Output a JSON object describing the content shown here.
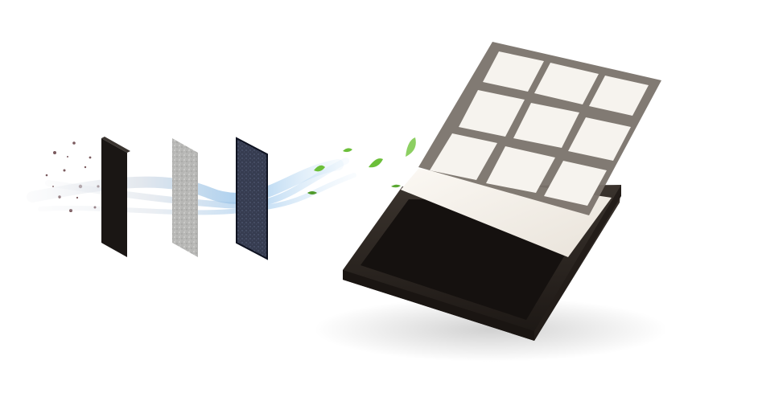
{
  "scene": {
    "subject": "air-purifier-filter-layers",
    "colors": {
      "background": "#ffffff",
      "carbon_layer": "#1a1614",
      "mesh_layer": "#b9b9b7",
      "blue_layer": "#2e3446",
      "airflow": "#9fc7e8",
      "leaf": "#6cbf3a",
      "frame": "#7a736c",
      "filter_media": "#f3efe9",
      "tray": "#2b2622"
    },
    "layers": [
      {
        "name": "activated-carbon-layer"
      },
      {
        "name": "fine-mesh-layer"
      },
      {
        "name": "nano-mesh-layer"
      }
    ],
    "leaf_count": 6,
    "grid": {
      "rows": 3,
      "cols": 3
    }
  }
}
